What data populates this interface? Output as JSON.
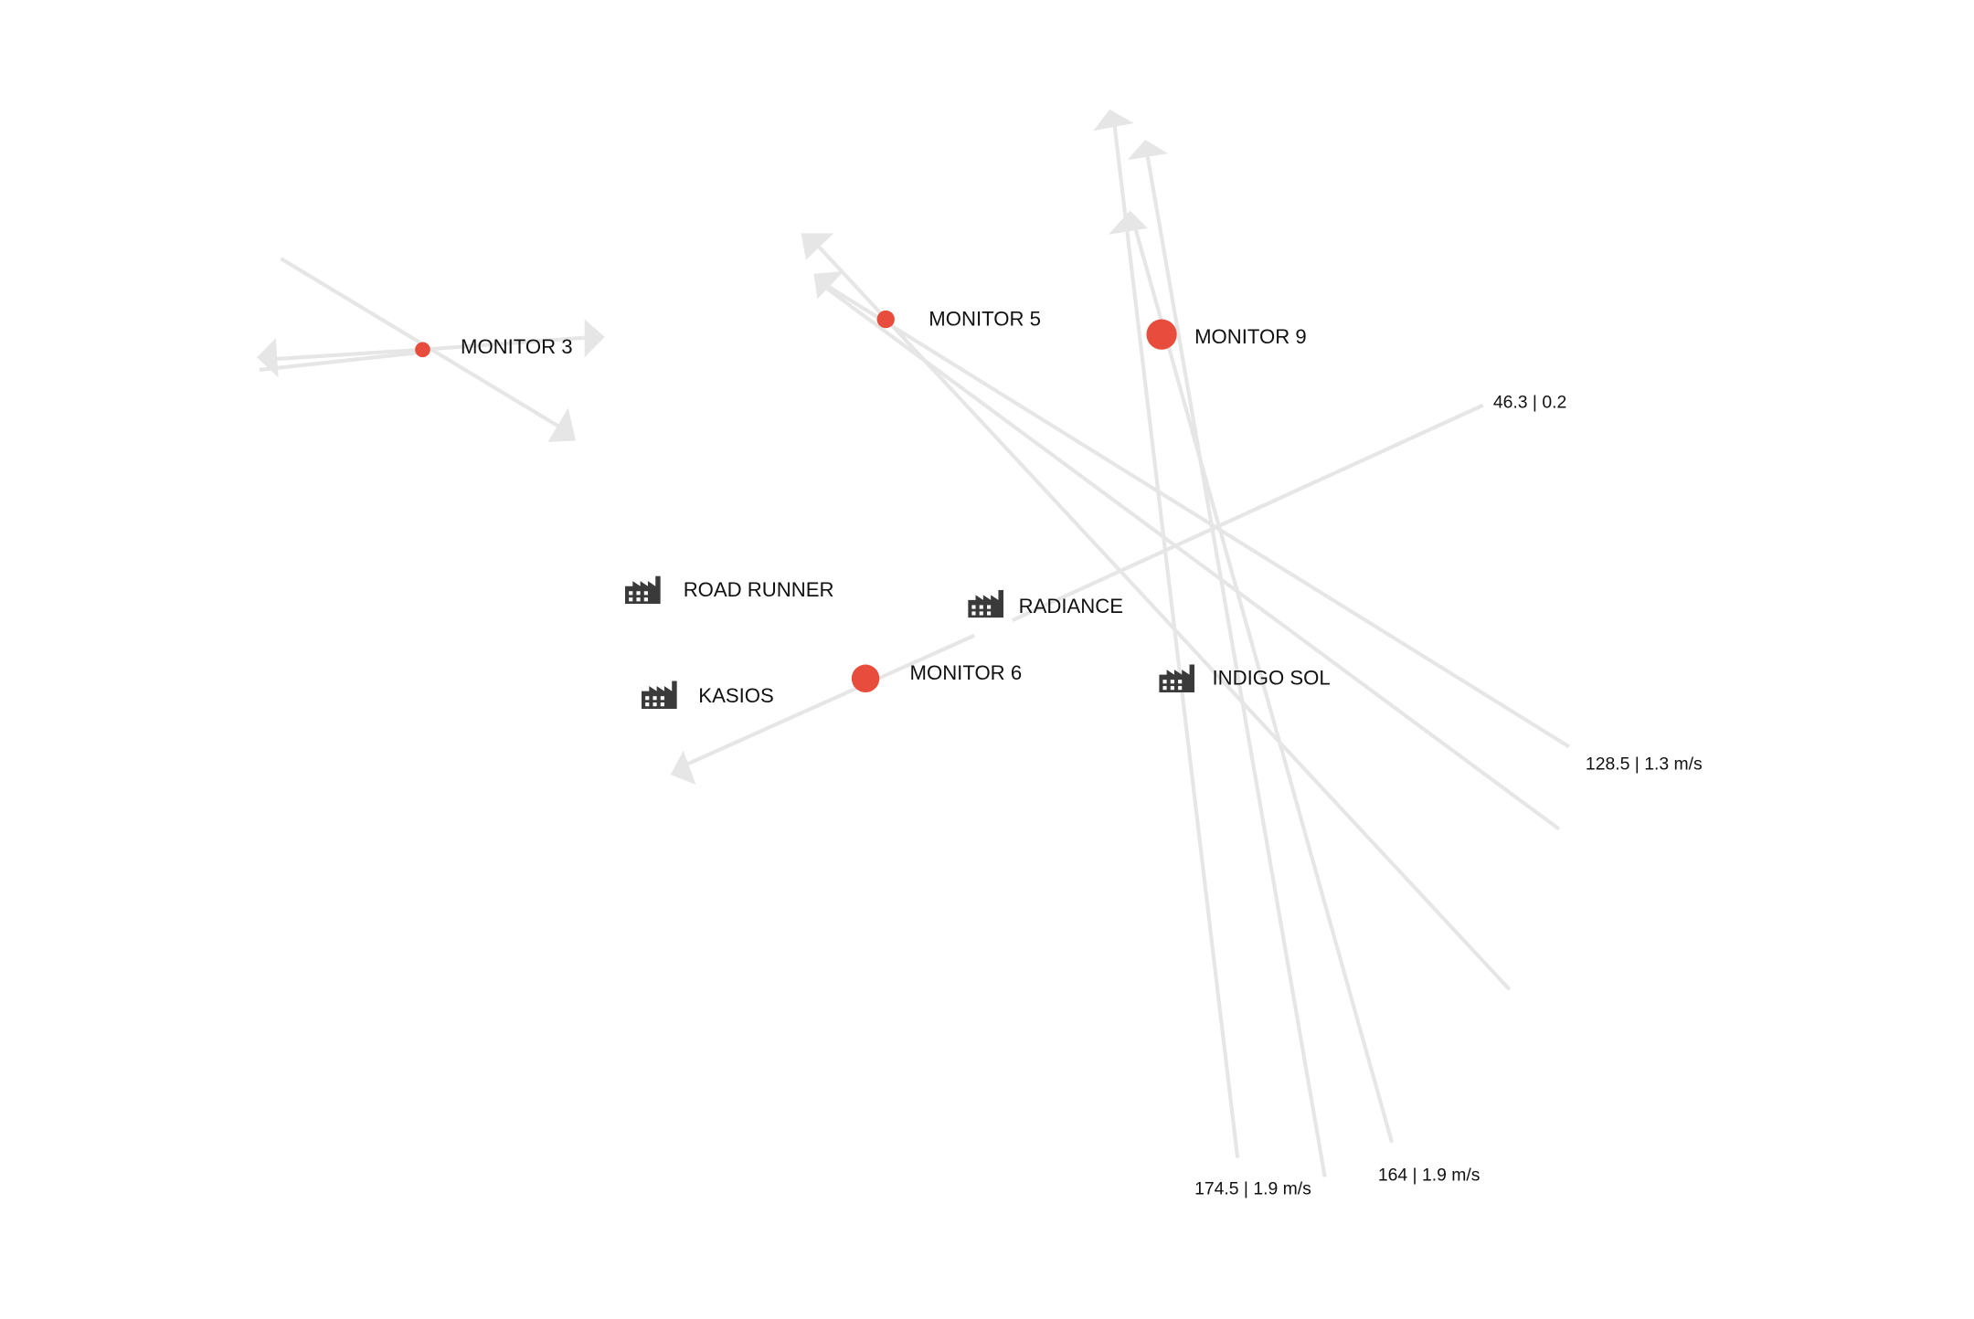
{
  "colors": {
    "monitor": "#e74c3c",
    "vector": "#e6e6e6",
    "factory": "#3a3a3a"
  },
  "monitors": [
    {
      "label": "MONITOR 3"
    },
    {
      "label": "MONITOR 5"
    },
    {
      "label": "MONITOR 9"
    },
    {
      "label": "MONITOR 6"
    }
  ],
  "factories": [
    {
      "label": "ROAD RUNNER",
      "icon": "factory-icon"
    },
    {
      "label": "RADIANCE",
      "icon": "factory-icon"
    },
    {
      "label": "KASIOS",
      "icon": "factory-icon"
    },
    {
      "label": "INDIGO SOL",
      "icon": "factory-icon"
    }
  ],
  "wind_labels": [
    {
      "text": "46.3 | 0.2"
    },
    {
      "text": "128.5 | 1.3 m/s"
    },
    {
      "text": "174.5 | 1.9 m/s"
    },
    {
      "text": "164 | 1.9 m/s"
    }
  ]
}
